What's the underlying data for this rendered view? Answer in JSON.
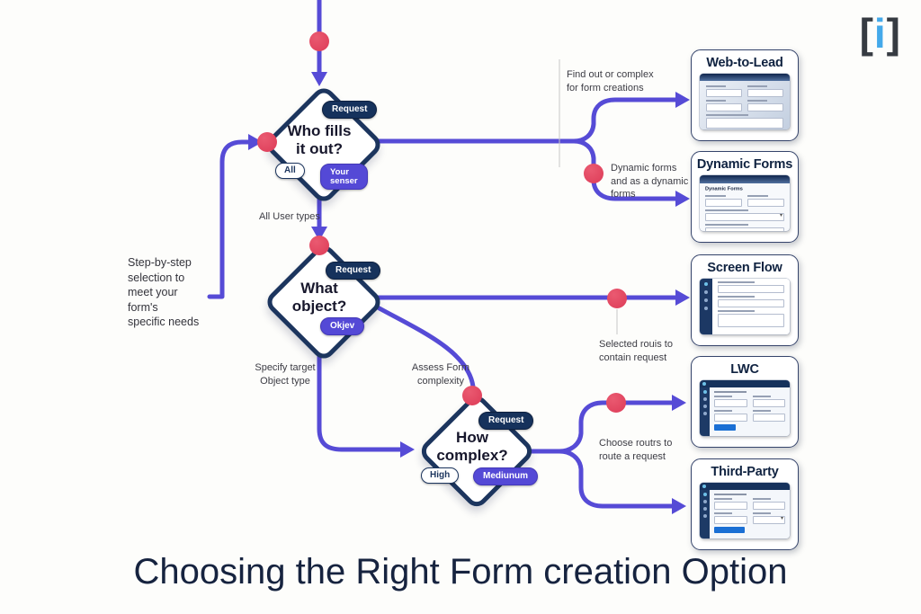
{
  "title": "Choosing the Right Form creation Option",
  "logo": {
    "left": "[",
    "i": "i",
    "right": "]"
  },
  "annotations": {
    "entry_note": "Step-by-step\nselection to\nmeet your\nform's\nspecific needs",
    "web_to_lead_note": "Find out or complex\nfor form creations",
    "dynamic_forms_note": "Dynamic forms\nand as a dynamic\nforms",
    "all_user_types": "All User types",
    "screen_flow_note": "Selected rouis to\ncontain request",
    "specify_target": "Specify target\nObject type",
    "assess_complexity": "Assess Form\ncomplexity",
    "choose_route": "Choose routrs to\nroute a request"
  },
  "decisions": [
    {
      "question": "Who fills\nit out?",
      "badges": {
        "top": "Request",
        "left": "All",
        "right": "Your senser"
      }
    },
    {
      "question": "What\nobject?",
      "badges": {
        "top": "Request",
        "right": "Okjev"
      }
    },
    {
      "question": "How\ncomplex?",
      "badges": {
        "top": "Request",
        "left": "High",
        "right": "Mediunum"
      }
    }
  ],
  "cards": [
    {
      "title": "Web-to-Lead"
    },
    {
      "title": "Dynamic Forms",
      "mockup_title": "Dynamic Forms"
    },
    {
      "title": "Screen Flow"
    },
    {
      "title": "LWC"
    },
    {
      "title": "Third-Party"
    }
  ],
  "colors": {
    "line": "#564bd6",
    "junction_dot": "#dd3b57",
    "diamond_border": "#1c355e",
    "badge_navy": "#16325c",
    "badge_purple": "#5449d6",
    "title_text": "#16233f"
  }
}
